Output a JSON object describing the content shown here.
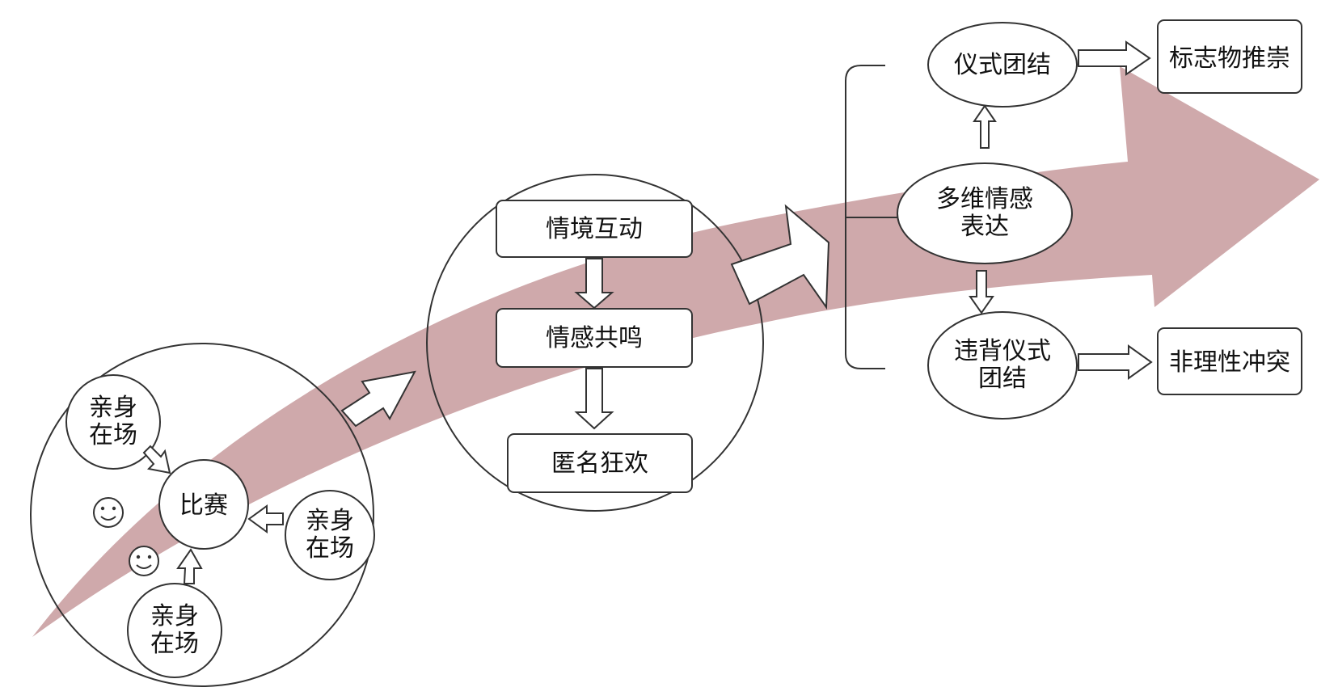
{
  "colors": {
    "ribbon": "#cfa9ab",
    "stroke": "#333333",
    "fill": "#ffffff"
  },
  "stage1": {
    "center": "比赛",
    "presence_1": [
      "亲身",
      "在场"
    ],
    "presence_2": [
      "亲身",
      "在场"
    ],
    "presence_3": [
      "亲身",
      "在场"
    ],
    "smiley_count": 2
  },
  "stage2": {
    "steps": [
      "情境互动",
      "情感共鸣",
      "匿名狂欢"
    ]
  },
  "stage3": {
    "ritual_solidarity": "仪式团结",
    "multi_emotion": [
      "多维情感",
      "表达"
    ],
    "violate_ritual": [
      "违背仪式",
      "团结"
    ],
    "outcome_positive": "标志物推崇",
    "outcome_negative": "非理性冲突"
  }
}
